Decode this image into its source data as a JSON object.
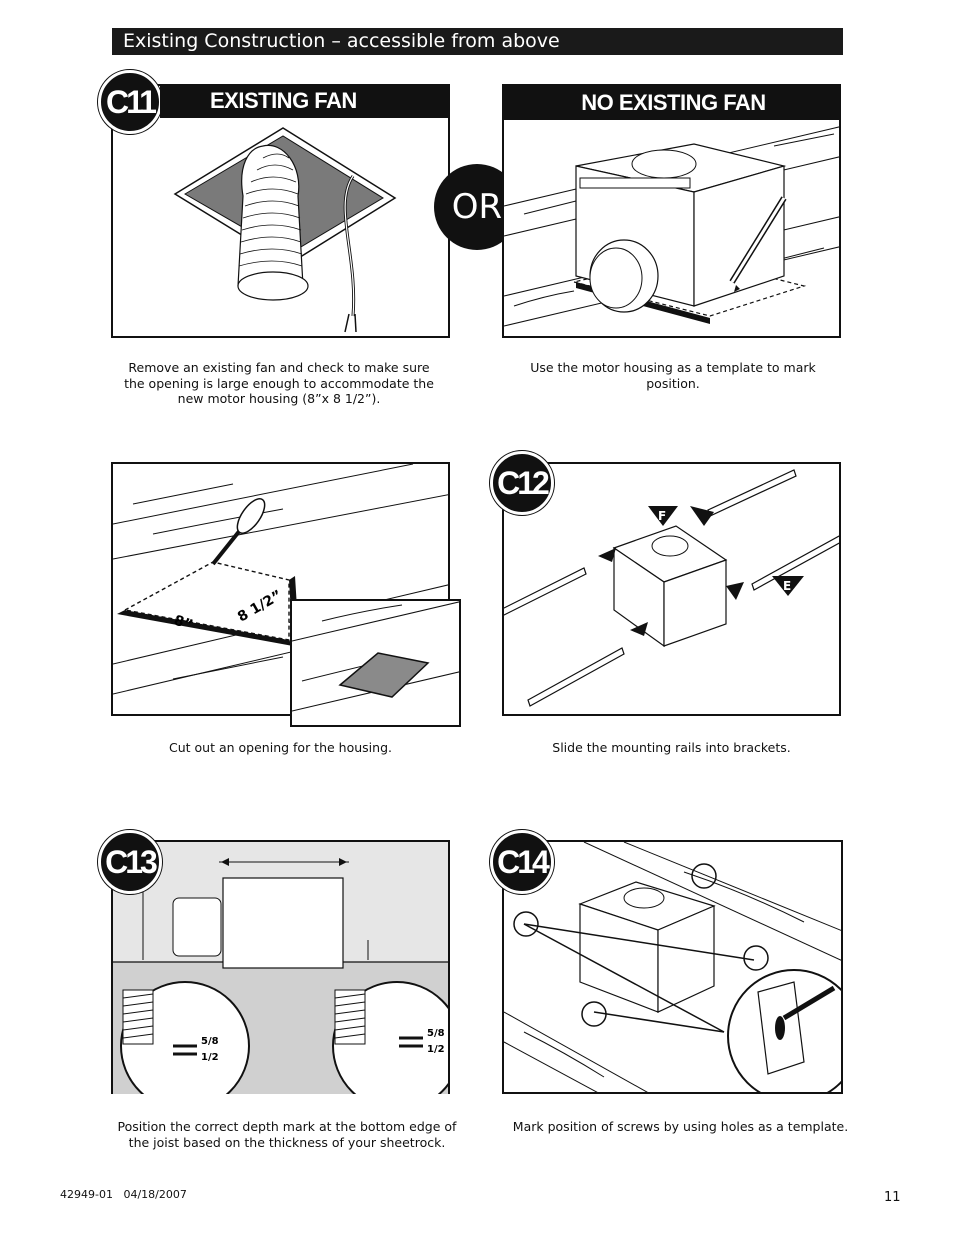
{
  "section_header": "Existing Construction – accessible from above",
  "step_c11": {
    "badge": "C11",
    "existing_fan": {
      "title": "EXISTING FAN",
      "caption": "Remove an existing fan and check to make sure the opening is large enough to accommodate the new motor housing (8”x 8 1/2”)."
    },
    "or_label": "OR",
    "no_existing_fan": {
      "title": "NO EXISTING FAN",
      "caption": "Use the motor housing as a template to mark position."
    }
  },
  "cutout": {
    "caption": "Cut out an opening for the housing.",
    "dim_8": "8”",
    "dim_8_half": "8 1/2”"
  },
  "step_c12": {
    "badge": "C12",
    "caption": "Slide the mounting rails into brackets.",
    "label_f": "F",
    "label_e": "E"
  },
  "step_c13": {
    "badge": "C13",
    "caption": "Position the correct depth mark at the bottom edge of the joist based on the thickness of your sheetrock.",
    "mark_5_8": "5/8",
    "mark_1_2": "1/2"
  },
  "step_c14": {
    "badge": "C14",
    "caption": "Mark position of screws by using holes as a template."
  },
  "footer": {
    "doc_code": "42949-01   04/18/2007",
    "page_number": "11"
  }
}
